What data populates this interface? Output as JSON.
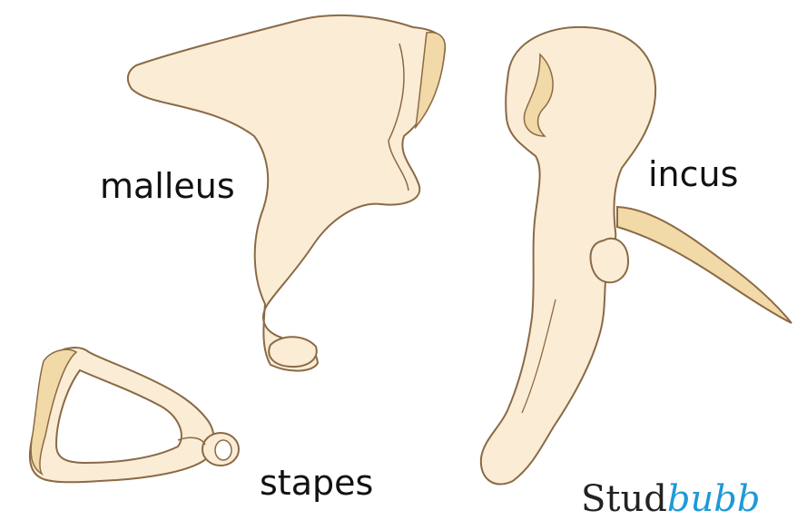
{
  "labels": {
    "malleus": "malleus",
    "incus": "incus",
    "stapes": "stapes"
  },
  "footer": {
    "prefix": "Stud",
    "emphasis": "bubb"
  },
  "colors": {
    "bone_fill": "#fbecd6",
    "bone_shadow": "#f2d9a8",
    "bone_outline": "#8a6a45",
    "label_text": "#111111",
    "footer_accent": "#1e9ad6"
  }
}
